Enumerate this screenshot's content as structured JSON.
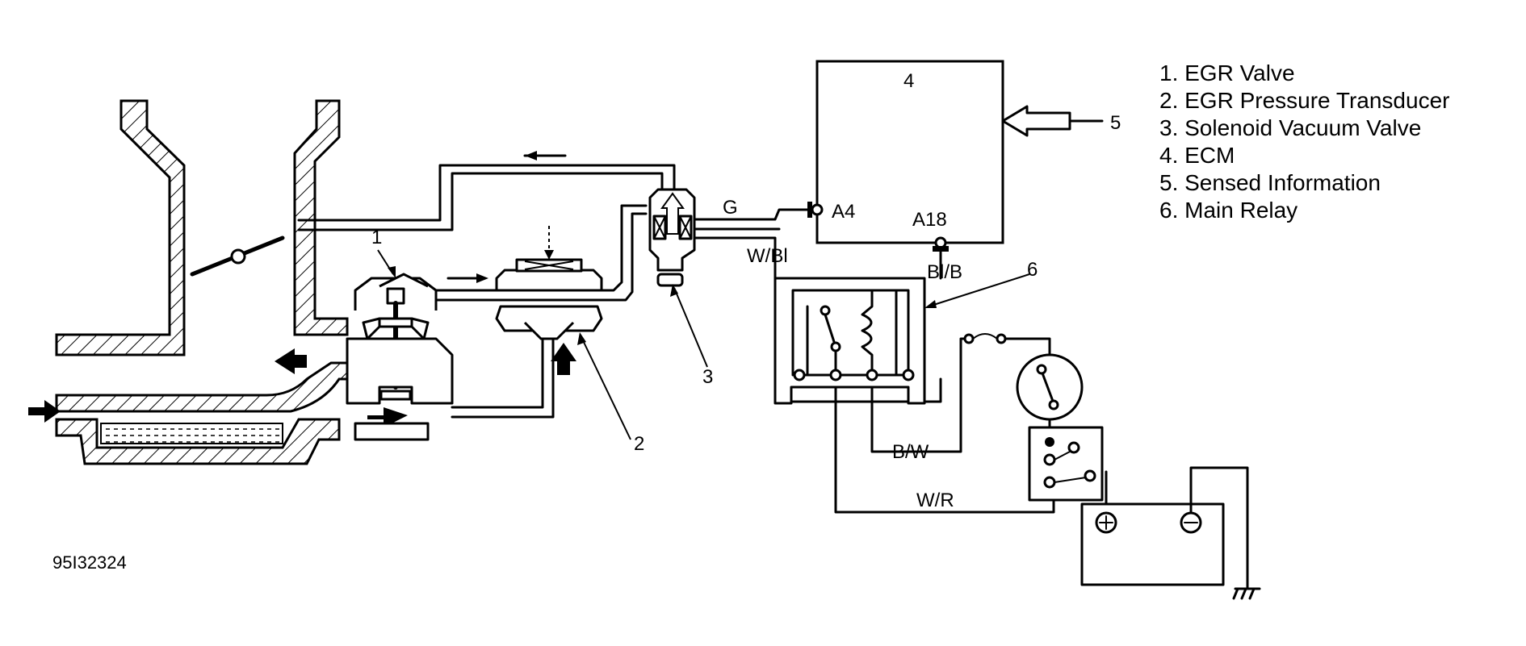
{
  "legend": [
    "1. EGR Valve",
    "2. EGR Pressure Transducer",
    "3. Solenoid Vacuum Valve",
    "4. ECM",
    "5. Sensed Information",
    "6. Main Relay"
  ],
  "callouts": {
    "egr_valve": "1",
    "pressure_transducer": "2",
    "solenoid_vacuum_valve": "3",
    "ecm": "4",
    "sensed_information": "5",
    "main_relay": "6"
  },
  "terminals": {
    "a4": "A4",
    "a18": "A18"
  },
  "wire_colors": {
    "g": "G",
    "w_bl": "W/Bl",
    "bl_b": "Bl/B",
    "b_w": "B/W",
    "w_r": "W/R"
  },
  "figure_id": "95I32324"
}
